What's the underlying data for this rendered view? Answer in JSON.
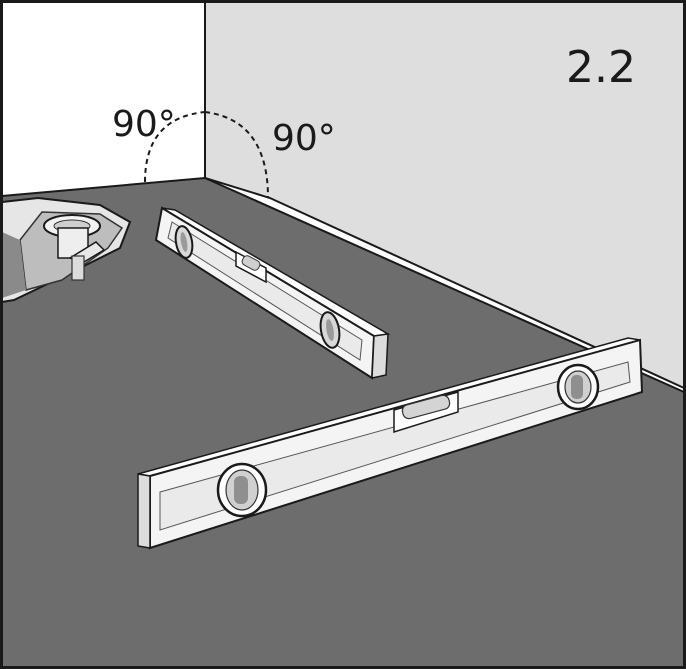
{
  "figure": {
    "number": "2.2",
    "angle_left": "90°",
    "angle_right": "90°"
  },
  "colors": {
    "floor": "#6d6d6d",
    "back_wall": "#dedede",
    "left_wall": "#ffffff",
    "level_body": "#f7f7f7",
    "outline": "#1a1a1a"
  },
  "icons": [
    "floor-drain-icon",
    "spirit-level-icon"
  ]
}
